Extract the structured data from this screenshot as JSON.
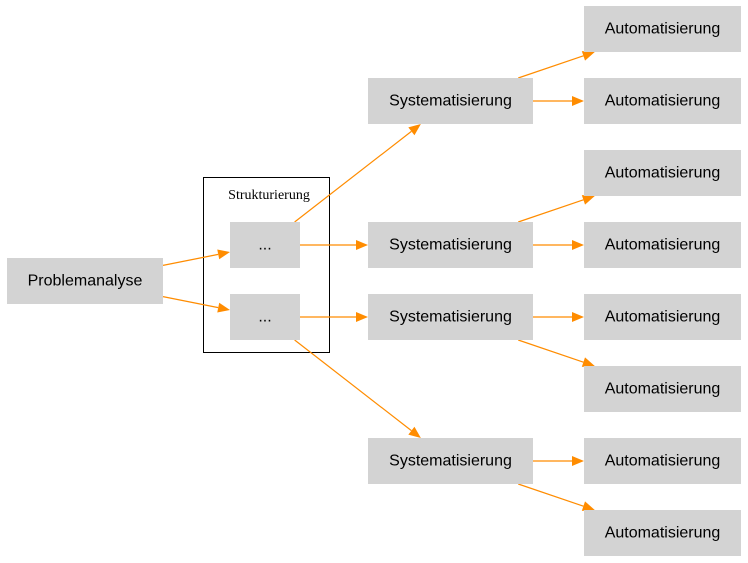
{
  "diagram": {
    "type": "directed-graph",
    "edge_color": "#ff8c00",
    "node_color": "#d3d3d3",
    "cluster": {
      "id": "strukturierung",
      "label": "Strukturierung",
      "members": [
        "s1",
        "s2"
      ]
    },
    "nodes": [
      {
        "id": "p",
        "label": "Problemanalyse"
      },
      {
        "id": "s1",
        "label": "..."
      },
      {
        "id": "s2",
        "label": "..."
      },
      {
        "id": "y1",
        "label": "Systematisierung"
      },
      {
        "id": "y2",
        "label": "Systematisierung"
      },
      {
        "id": "y3",
        "label": "Systematisierung"
      },
      {
        "id": "y4",
        "label": "Systematisierung"
      },
      {
        "id": "a1",
        "label": "Automatisierung"
      },
      {
        "id": "a2",
        "label": "Automatisierung"
      },
      {
        "id": "a3",
        "label": "Automatisierung"
      },
      {
        "id": "a4",
        "label": "Automatisierung"
      },
      {
        "id": "a5",
        "label": "Automatisierung"
      },
      {
        "id": "a6",
        "label": "Automatisierung"
      },
      {
        "id": "a7",
        "label": "Automatisierung"
      },
      {
        "id": "a8",
        "label": "Automatisierung"
      }
    ],
    "edges": [
      {
        "from": "p",
        "to": "s1"
      },
      {
        "from": "p",
        "to": "s2"
      },
      {
        "from": "s1",
        "to": "y1"
      },
      {
        "from": "s1",
        "to": "y2"
      },
      {
        "from": "s2",
        "to": "y3"
      },
      {
        "from": "s2",
        "to": "y4"
      },
      {
        "from": "y1",
        "to": "a1"
      },
      {
        "from": "y1",
        "to": "a2"
      },
      {
        "from": "y2",
        "to": "a3"
      },
      {
        "from": "y2",
        "to": "a4"
      },
      {
        "from": "y3",
        "to": "a5"
      },
      {
        "from": "y3",
        "to": "a6"
      },
      {
        "from": "y4",
        "to": "a7"
      },
      {
        "from": "y4",
        "to": "a8"
      }
    ]
  }
}
